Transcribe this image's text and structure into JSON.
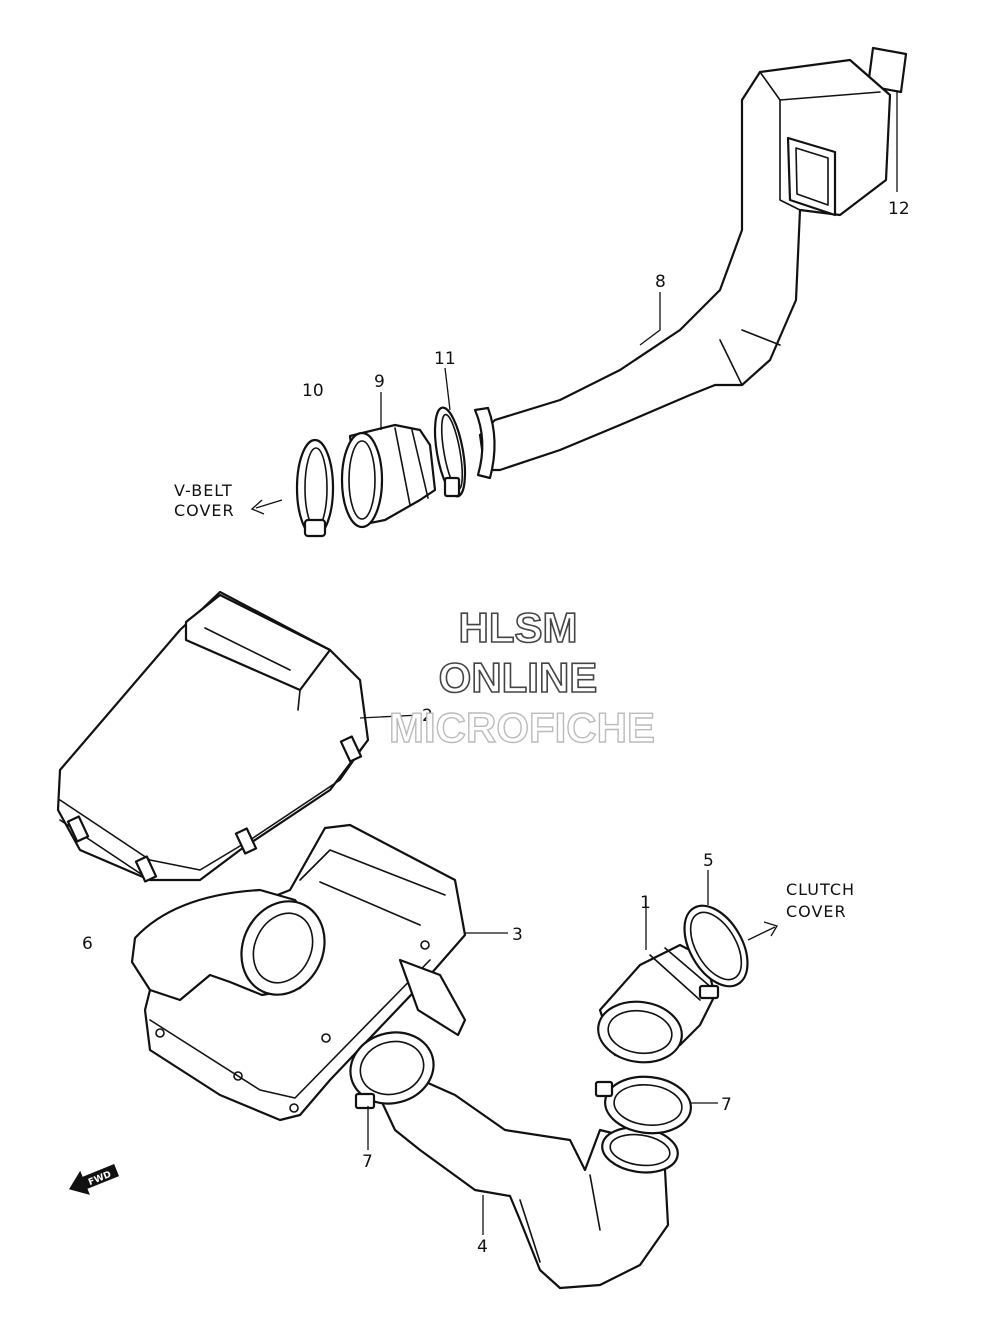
{
  "callouts": {
    "n1": "1",
    "n2": "2",
    "n3": "3",
    "n4": "4",
    "n5": "5",
    "n6": "6",
    "n7a": "7",
    "n7b": "7",
    "n8": "8",
    "n9": "9",
    "n10": "10",
    "n11": "11",
    "n12": "12"
  },
  "notes": {
    "vbelt_line1": "V-BELT",
    "vbelt_line2": "COVER",
    "clutch_line1": "CLUTCH",
    "clutch_line2": "COVER",
    "fwd": "FWD"
  },
  "watermark": {
    "line1": "HLSM",
    "line2": "ONLINE",
    "line3": "MICROFICHE"
  }
}
